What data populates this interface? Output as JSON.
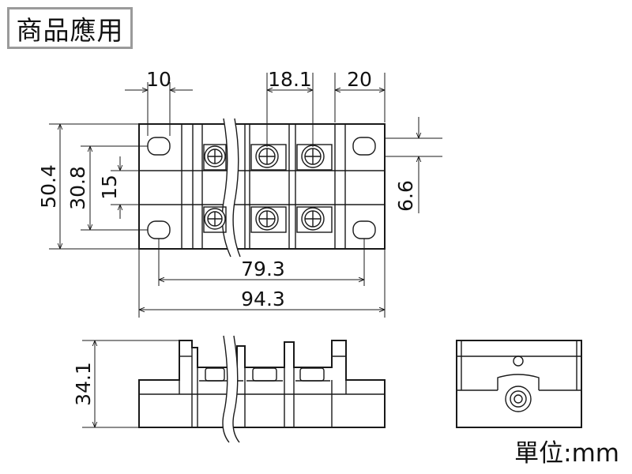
{
  "header": {
    "title": "商品應用"
  },
  "footer": {
    "unit": "單位:mm"
  },
  "dimensions": {
    "mounting_pad_width": "10",
    "terminal_pitch": "18.1",
    "end_width": "20",
    "overall_height": "50.4",
    "hole_spacing_vertical": "30.8",
    "center_gap": "15",
    "barrier_offset": "6.6",
    "hole_spacing_horizontal": "79.3",
    "overall_length": "94.3",
    "side_height": "34.1"
  }
}
